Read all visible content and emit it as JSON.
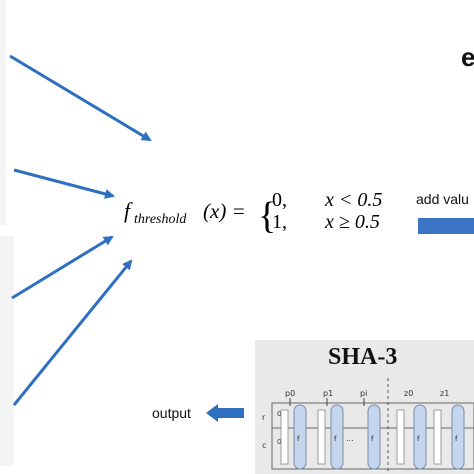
{
  "header_fragment": "e",
  "formula": {
    "function_name": "f",
    "subscript": "threshold",
    "argument": "(x) =",
    "case1_value": "0,",
    "case1_condition": "x < 0.5",
    "case2_value": "1,",
    "case2_condition": "x ≥ 0.5"
  },
  "add_value_label": "add valu",
  "output_label": "output",
  "sha3": {
    "title": "SHA-3",
    "inputs": [
      "p0",
      "p1",
      "pi"
    ],
    "outputs": [
      "z0",
      "z1"
    ],
    "row_labels": [
      "r",
      "c"
    ],
    "row_marks": [
      "0",
      "0"
    ],
    "block_label": "f",
    "ellipsis": "..."
  },
  "colors": {
    "arrow": "#2f6fc0",
    "bar": "#3b74c4",
    "panel": "#e9e9e9",
    "cell": "#c4d6ee"
  }
}
